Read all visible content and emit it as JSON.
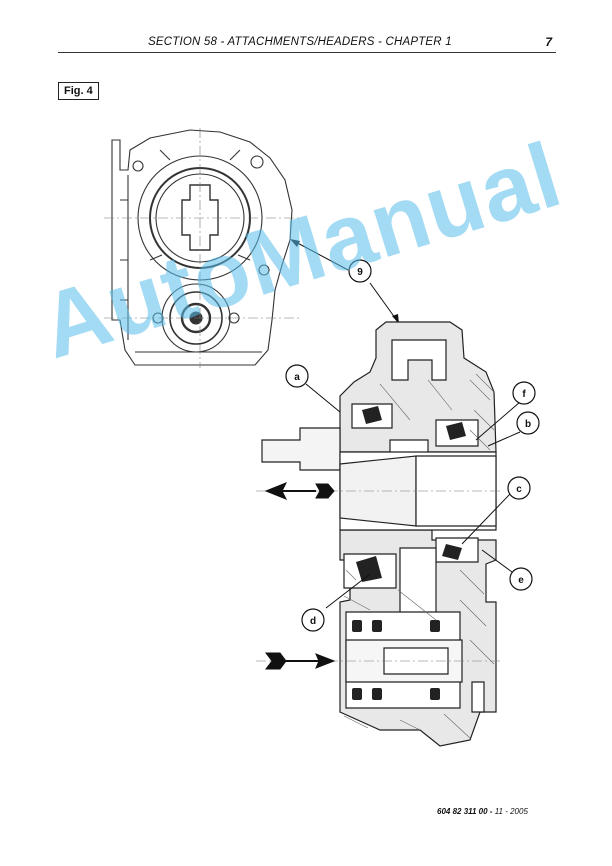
{
  "header": {
    "section_title": "SECTION 58 - ATTACHMENTS/HEADERS - CHAPTER 1",
    "page_number": "7"
  },
  "figure": {
    "label": "Fig. 4",
    "callouts": {
      "nine": "9",
      "a": "a",
      "b": "b",
      "c": "c",
      "d": "d",
      "e": "e",
      "f": "f"
    }
  },
  "footer": {
    "doc_number": "604 82 311 00",
    "separator": " - ",
    "date": "11 - 2005"
  },
  "watermark": {
    "text": "AutoManual",
    "color": "#5abeeb"
  }
}
